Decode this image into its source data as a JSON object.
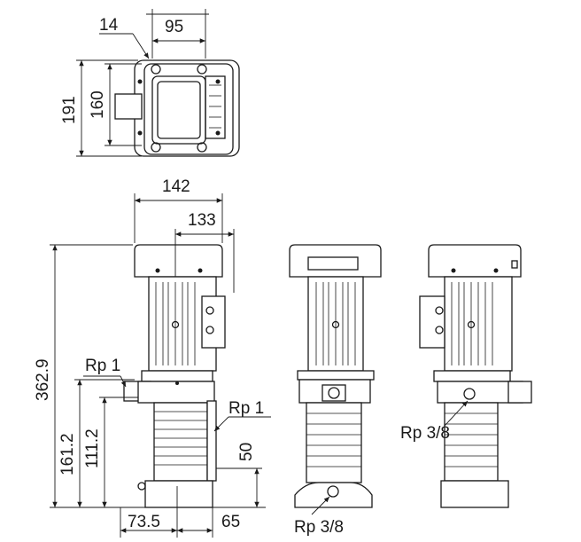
{
  "dimensions": {
    "top_width_95": "95",
    "top_offset_14": "14",
    "top_height_191": "191",
    "top_height_160": "160",
    "front_width_142": "142",
    "front_width_133": "133",
    "front_height_362_9": "362.9",
    "front_height_161_2": "161.2",
    "front_height_111_2": "111.2",
    "front_height_50": "50",
    "front_width_73_5": "73.5",
    "front_width_65": "65"
  },
  "connections": {
    "inlet_front": "Rp 1",
    "outlet_front": "Rp 1",
    "drain_side": "Rp 3/8",
    "drain_back": "Rp 3/8"
  }
}
